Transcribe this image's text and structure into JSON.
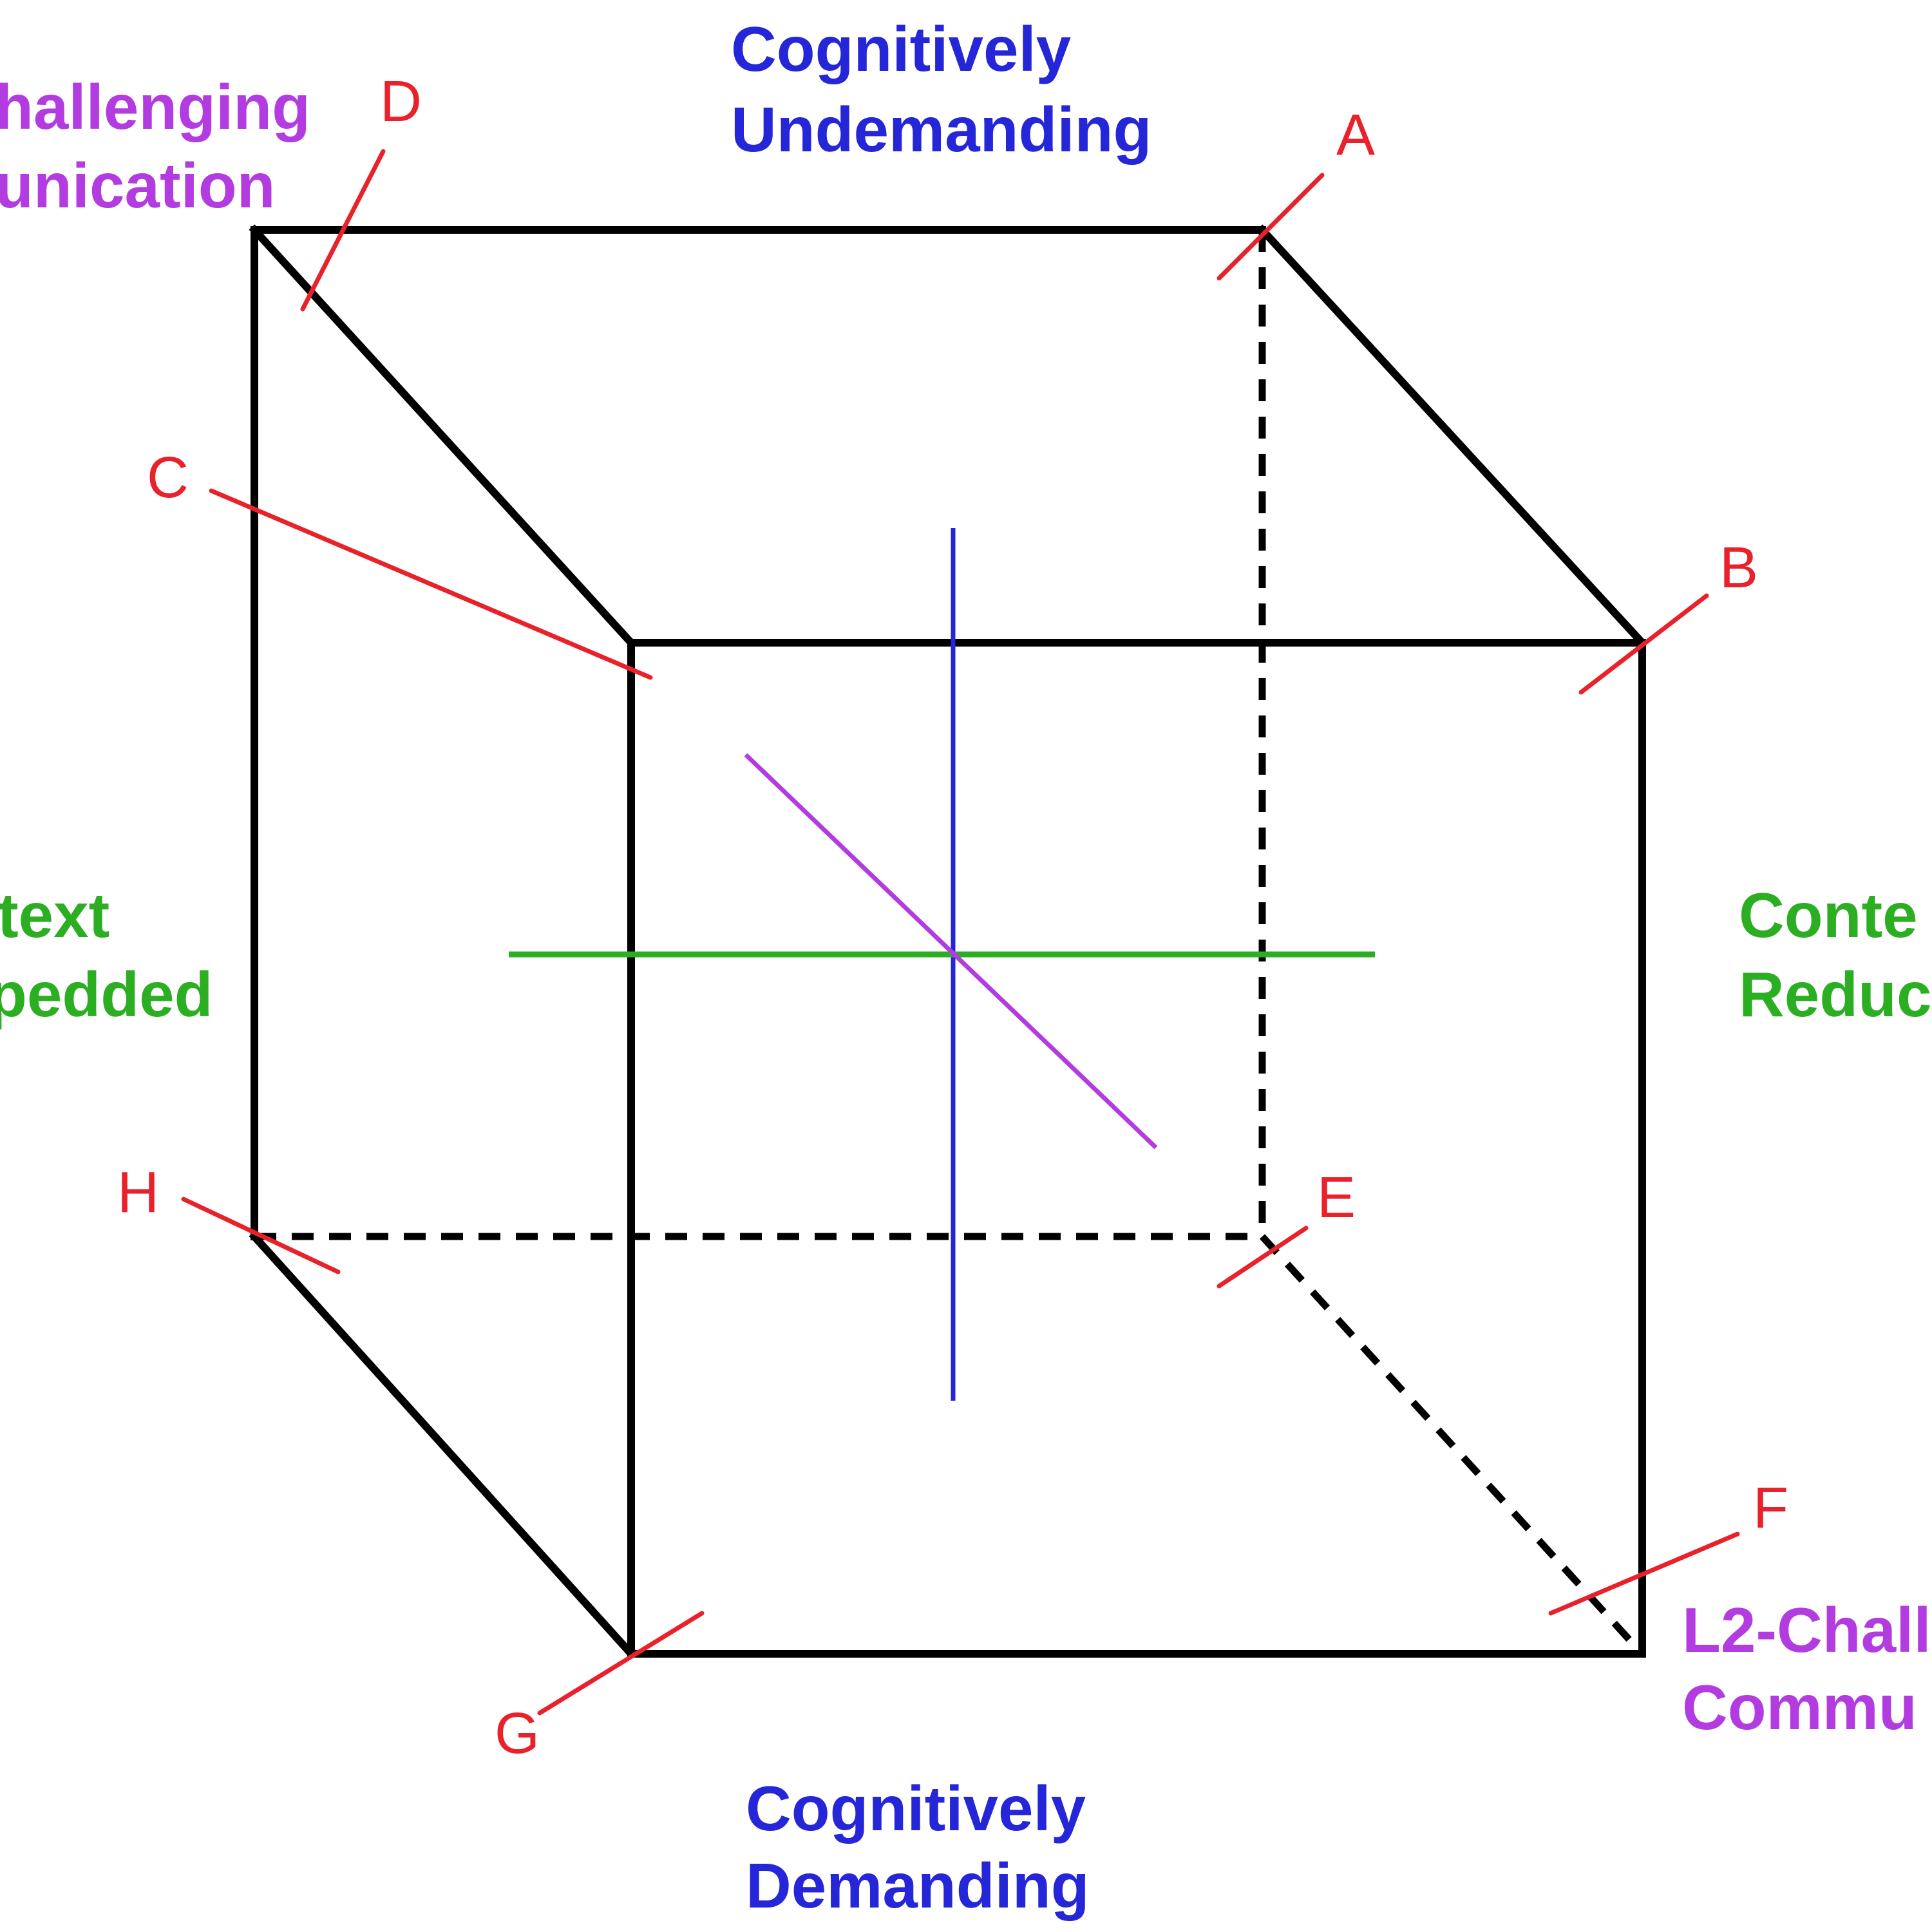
{
  "colors": {
    "edge": "#000000",
    "marker": "#e8212b",
    "cognitive_axis": "#2626d9",
    "context_axis": "#2cae23",
    "l2_axis": "#b23ce0"
  },
  "labels": {
    "cognitively_undemanding": [
      "Cognitively",
      "Undemanding"
    ],
    "cognitively_demanding": [
      "Cognitively",
      "Demanding"
    ],
    "l2_challenging_top": [
      "hallenging",
      "unication"
    ],
    "l2_challenging_bottom": [
      "L2-Chall",
      "Commu"
    ],
    "context_embedded": [
      "text",
      "pedded"
    ],
    "context_reduced": [
      "Conte",
      "Reduc"
    ]
  },
  "vertices": {
    "A": "A",
    "B": "B",
    "C": "C",
    "D": "D",
    "E": "E",
    "F": "F",
    "G": "G",
    "H": "H"
  }
}
